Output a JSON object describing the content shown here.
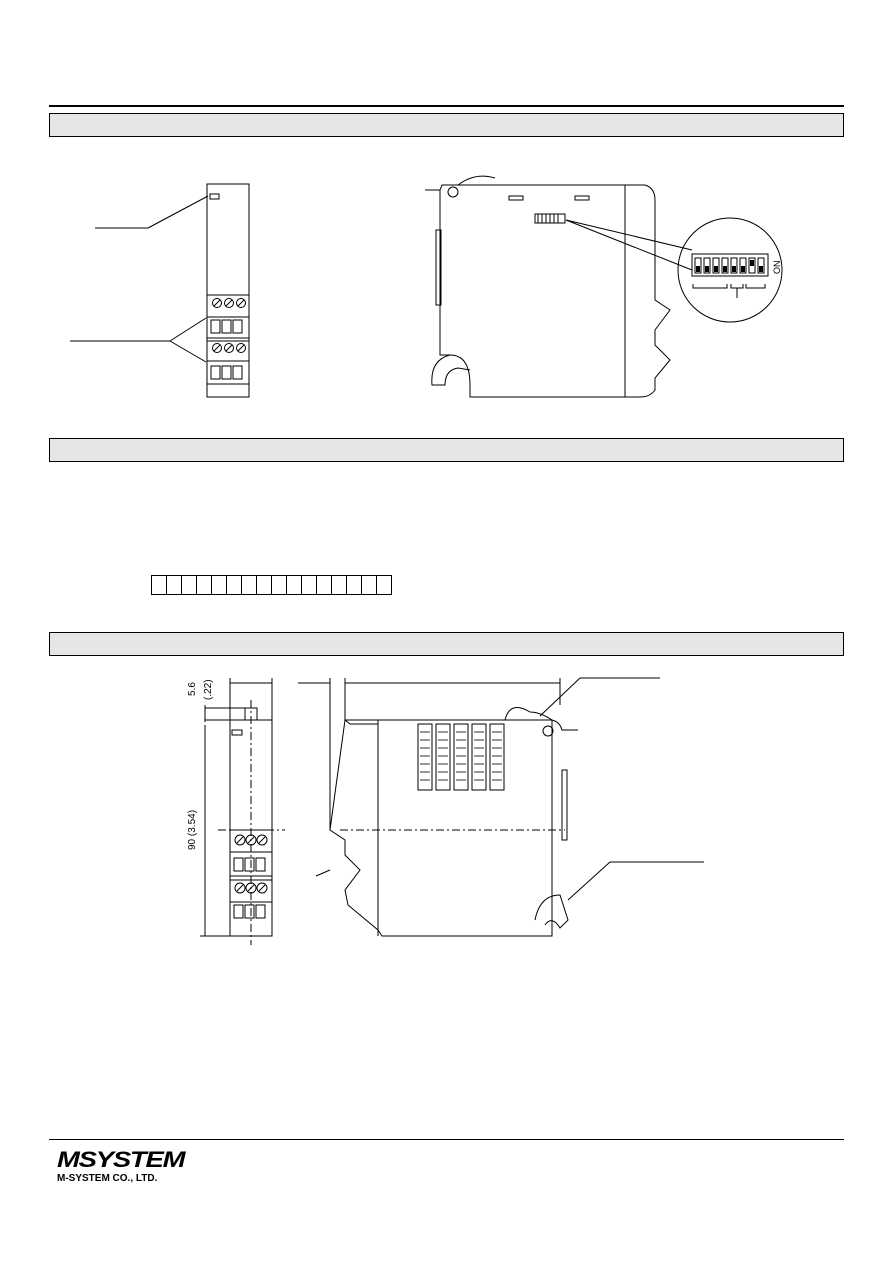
{
  "dimensions": {
    "top_offset": "5.6",
    "top_offset_inch": "(.22)",
    "height": "90 (3.54)"
  },
  "switch_label": "ON",
  "footer": {
    "logo_text": "MSYSTEM",
    "company": "M-SYSTEM CO., LTD."
  }
}
